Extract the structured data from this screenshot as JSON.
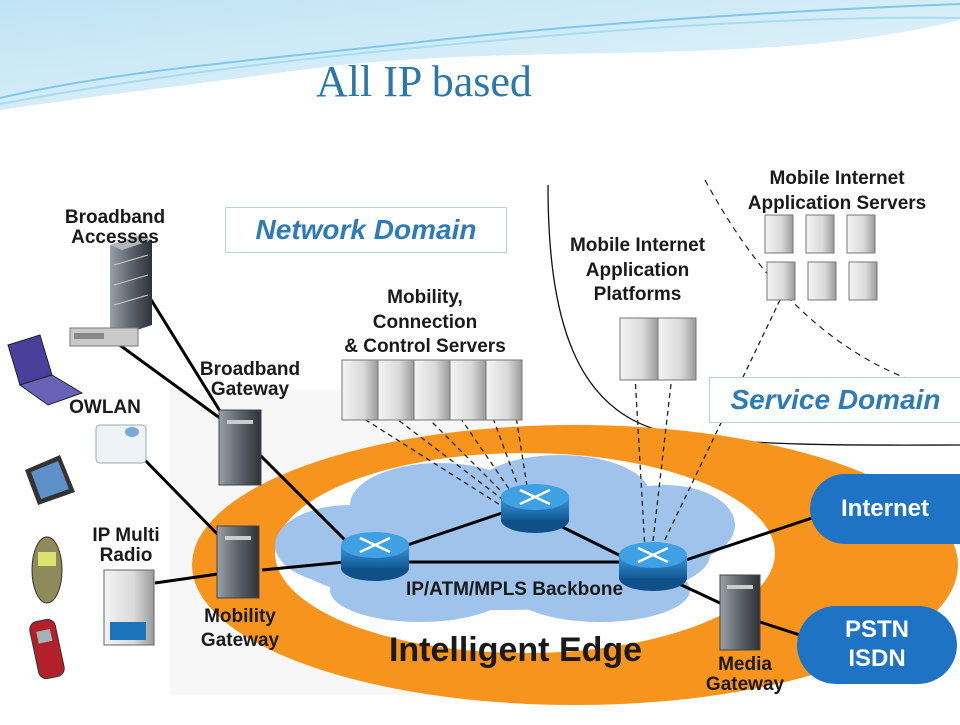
{
  "title": "All IP based",
  "domains": {
    "network": "Network Domain",
    "service": "Service Domain"
  },
  "core": {
    "backbone": "IP/ATM/MPLS Backbone",
    "edge": "Intelligent Edge"
  },
  "nodes": {
    "broadband_accesses": [
      "Broadband",
      "Accesses"
    ],
    "owlan": "OWLAN",
    "ip_multi_radio": [
      "IP Multi",
      "Radio"
    ],
    "broadband_gateway": [
      "Broadband",
      "Gateway"
    ],
    "mobility_gateway": [
      "Mobility",
      "Gateway"
    ],
    "mobility_servers": [
      "Mobility,",
      "Connection",
      "& Control Servers"
    ],
    "app_platforms": [
      "Mobile Internet",
      "Application",
      "Platforms"
    ],
    "app_servers": [
      "Mobile Internet",
      "Application Servers"
    ],
    "media_gateway": [
      "Media",
      "Gateway"
    ]
  },
  "external": {
    "internet": "Internet",
    "pstn": [
      "PSTN",
      "ISDN"
    ]
  },
  "colors": {
    "title": "#2b78a8",
    "domain_text": "#2e7bb5",
    "edge_ring": "#f7941d",
    "backbone_cloud": "#9fc3ea",
    "router": "#1d74bb",
    "pill": "#1f73c4"
  }
}
